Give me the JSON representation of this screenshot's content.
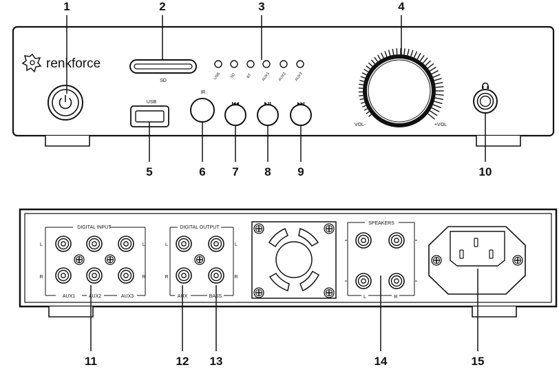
{
  "front": {
    "brand": "renkforce",
    "sd_label": "SD",
    "usb_label": "USB",
    "ir_label": "IR",
    "vol_minus": "VOL-",
    "vol_plus": "+VOL",
    "input_leds": [
      "USB",
      "SD",
      "BT",
      "AUX1",
      "AUX2",
      "AUX3"
    ],
    "transport_icons": [
      "previous-icon",
      "play-pause-icon",
      "next-icon"
    ],
    "callouts": [
      "1",
      "2",
      "3",
      "4",
      "5",
      "6",
      "7",
      "8",
      "9",
      "10"
    ]
  },
  "rear": {
    "digital_input": "DIGITAL INPUT",
    "digital_output": "DIGITAL OUTPUT",
    "speakers": "SPEAKERS",
    "aux1": "AUX1",
    "aux2": "AUX2",
    "aux3": "AUX3",
    "aux": "AUX",
    "bass": "BASS",
    "left": "L",
    "right": "R",
    "callouts": [
      "11",
      "12",
      "13",
      "14",
      "15"
    ]
  }
}
